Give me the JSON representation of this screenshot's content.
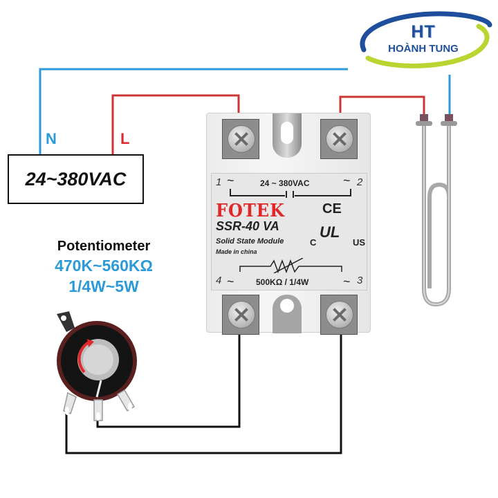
{
  "logo": {
    "initials": "HT",
    "name": "HOÀNH TUNG",
    "colors": {
      "blue": "#1e4f9c",
      "green": "#b9d531"
    }
  },
  "supply": {
    "neutral_label": "N",
    "line_label": "L",
    "voltage": "24~380VAC"
  },
  "potentiometer": {
    "title": "Potentiometer",
    "resistance_range": "470K~560KΩ",
    "power_range": "1/4W~5W"
  },
  "ssr": {
    "brand": "FOTEK",
    "model": "SSR-40 VA",
    "description": "Solid State Module",
    "origin": "Made in china",
    "output_voltage": "24 ~ 380VAC",
    "control_rating": "500KΩ / 1/4W",
    "pins": {
      "p1": "1",
      "p2": "2",
      "p3": "3",
      "p4": "4"
    },
    "tilde": "~",
    "marks": {
      "ce": "CE",
      "ul": "UL",
      "ul_left": "C",
      "ul_right": "US",
      "registered": "®"
    }
  },
  "wires": {
    "neutral_color": "#2a9ad8",
    "line_color": "#e0282b",
    "control_color": "#111111"
  },
  "load": {
    "type": "heating-element"
  }
}
